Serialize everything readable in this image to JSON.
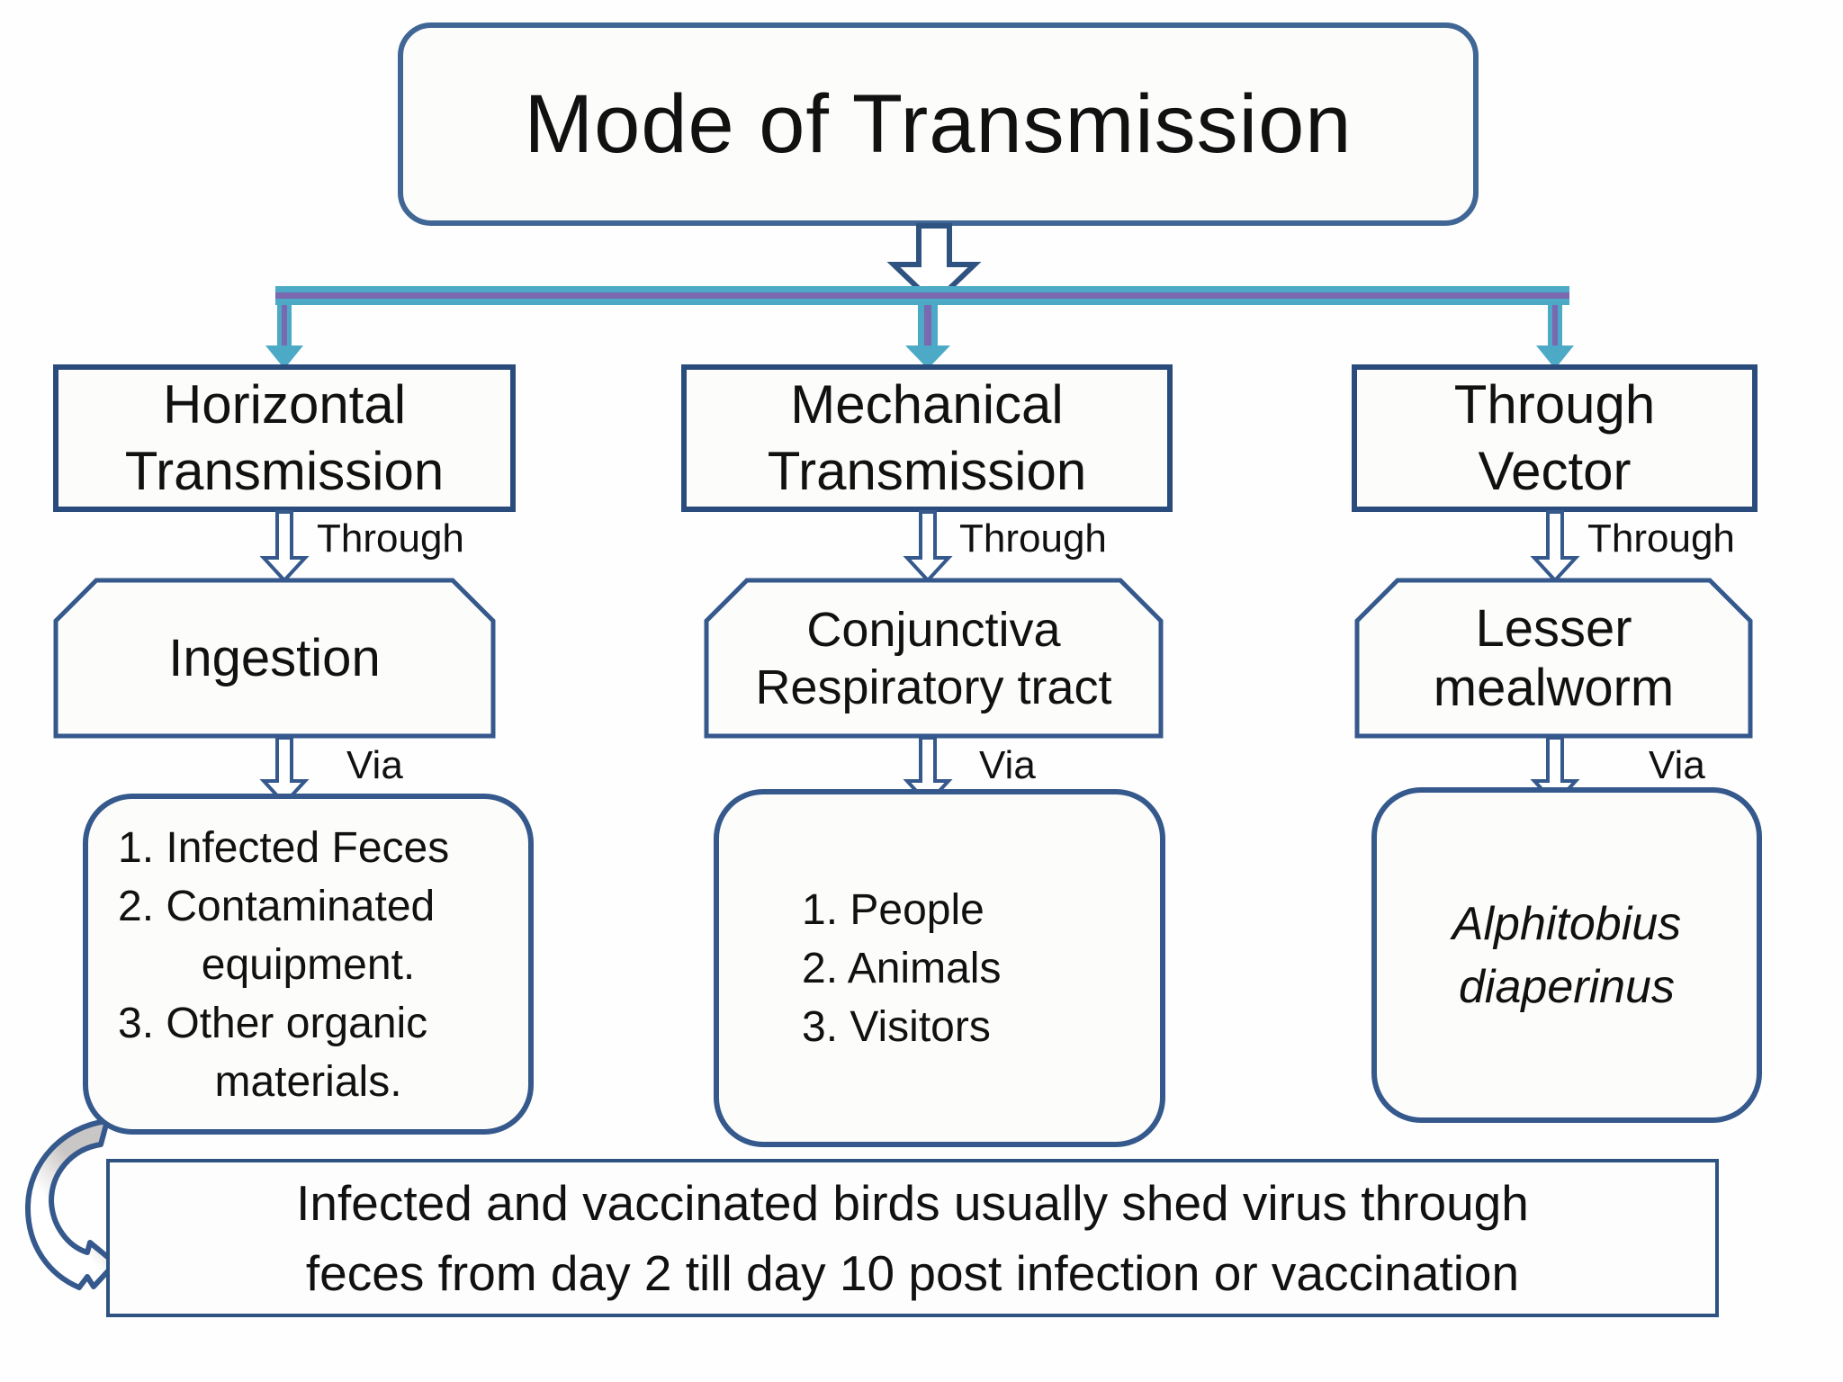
{
  "palette": {
    "navy_border": "#2a4c7c",
    "blue_border": "#35598c",
    "teal_connector": "#4caac7",
    "purple_stripe": "#7a68b0",
    "gray_arrow_fill": "#c9c7c5",
    "box_fill": "#fcfcfb",
    "text": "#111111"
  },
  "title": "Mode of Transmission",
  "columns": [
    {
      "branch": "Horizontal\nTransmission",
      "through_label": "Through",
      "node": "Ingestion",
      "via_label": "Via",
      "leaf_lines": [
        "1. Infected Feces",
        "2. Contaminated",
        "equipment.",
        "3. Other organic",
        "materials."
      ]
    },
    {
      "branch": "Mechanical\nTransmission",
      "through_label": "Through",
      "node": "Conjunctiva\nRespiratory tract",
      "via_label": "Via",
      "leaf_lines": [
        "1. People",
        "2. Animals",
        "3. Visitors"
      ]
    },
    {
      "branch": "Through\nVector",
      "through_label": "Through",
      "node": "Lesser\nmealworm",
      "via_label": "Via",
      "leaf_lines": [
        "Alphitobius",
        "diaperinus"
      ]
    }
  ],
  "note": "Infected and vaccinated birds usually shed virus through\nfeces from day 2 till day 10 post infection or vaccination"
}
